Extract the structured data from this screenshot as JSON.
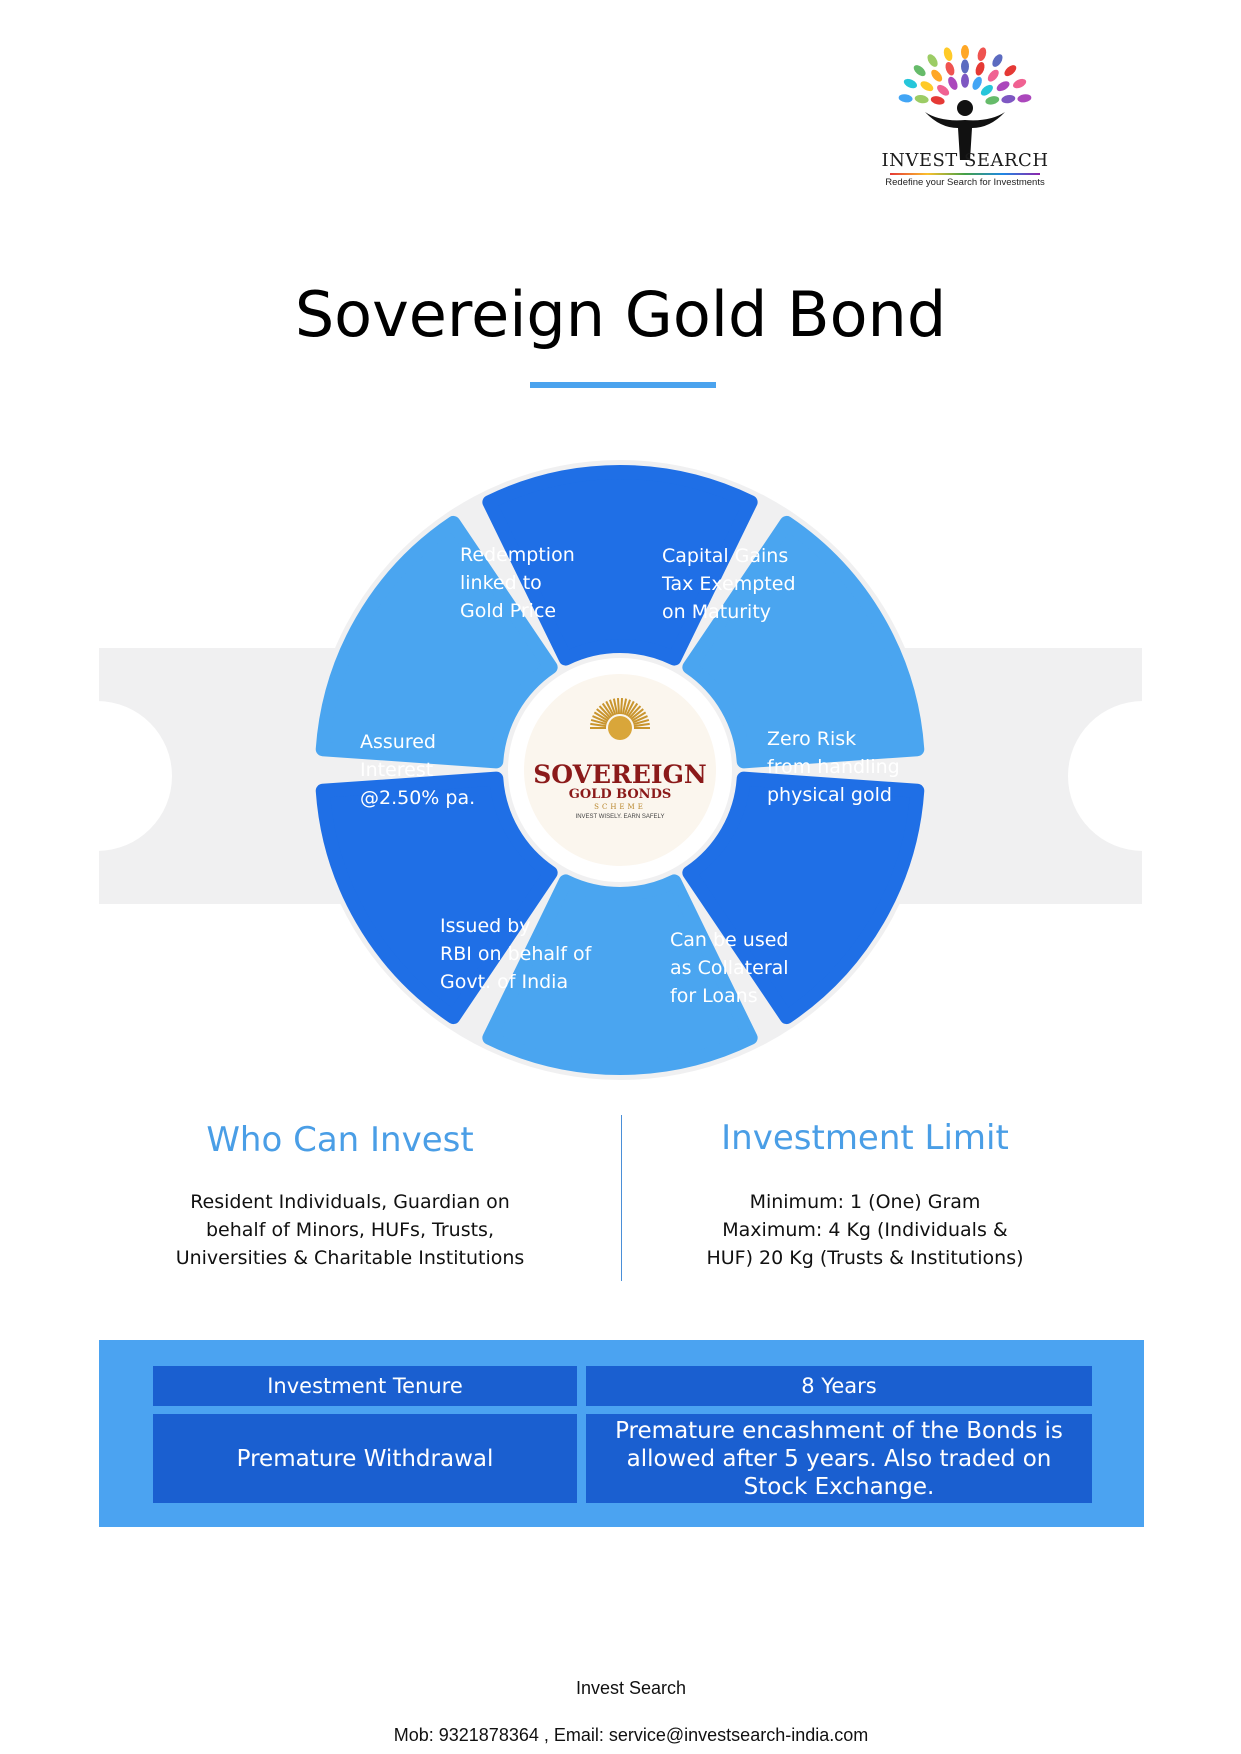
{
  "brand": {
    "name": "INVEST SEARCH",
    "tagline": "Redefine your Search for Investments"
  },
  "title": "Sovereign Gold Bond",
  "features": [
    "Redemption\nlinked to\nGold Price",
    "Capital Gains\nTax Exempted\non Maturity",
    "Zero Risk\nfrom handling\nphysical gold",
    "Can be used\nas Collateral\nfor Loans",
    "Issued by\nRBI on behalf of\nGovt. of India",
    "Assured\nInterest\n@2.50% pa."
  ],
  "seal": {
    "line1": "SOVEREIGN",
    "line2": "GOLD BONDS",
    "line3": "SCHEME",
    "motto": "INVEST WISELY. EARN SAFELY"
  },
  "who_can_invest": {
    "heading": "Who Can Invest",
    "body": "Resident Individuals, Guardian on\nbehalf of Minors, HUFs, Trusts,\nUniversities & Charitable Institutions"
  },
  "investment_limit": {
    "heading": "Investment Limit",
    "body": "Minimum: 1 (One) Gram\nMaximum: 4 Kg (Individuals &\nHUF) 20 Kg (Trusts & Institutions)"
  },
  "table": {
    "rows": [
      {
        "label": "Investment Tenure",
        "value": "8 Years"
      },
      {
        "label": "Premature Withdrawal",
        "value": "Premature encashment of the Bonds is\nallowed after 5 years. Also traded on\nStock Exchange."
      }
    ]
  },
  "footer": {
    "name": "Invest Search",
    "contact": "Mob: 9321878364 , Email: service@investsearch-india.com"
  },
  "colors": {
    "segment_dark": "#1f6fe6",
    "segment_light": "#4aa5f0",
    "heading_blue": "#4a9ee6",
    "table_cell": "#1a5fd0",
    "table_bg": "#4ba3f1"
  }
}
